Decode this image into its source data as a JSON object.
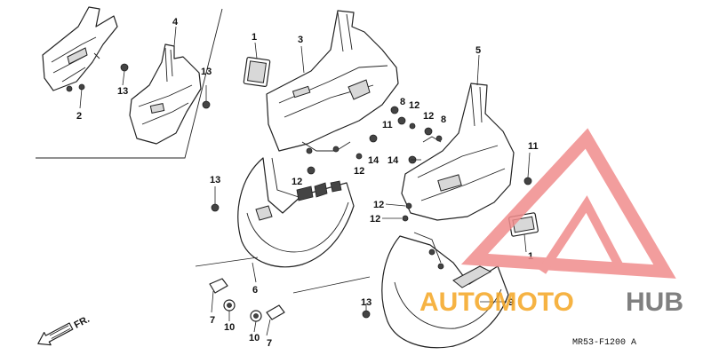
{
  "diagram": {
    "callouts": [
      {
        "id": "c-1-top",
        "text": "1"
      },
      {
        "id": "c-2",
        "text": "2"
      },
      {
        "id": "c-3",
        "text": "3"
      },
      {
        "id": "c-4",
        "text": "4"
      },
      {
        "id": "c-5",
        "text": "5"
      },
      {
        "id": "c-6",
        "text": "6"
      },
      {
        "id": "c-7-a",
        "text": "7"
      },
      {
        "id": "c-7-b",
        "text": "7"
      },
      {
        "id": "c-8-a",
        "text": "8"
      },
      {
        "id": "c-8-b",
        "text": "8"
      },
      {
        "id": "c-9",
        "text": "9"
      },
      {
        "id": "c-10-a",
        "text": "10"
      },
      {
        "id": "c-10-b",
        "text": "10"
      },
      {
        "id": "c-11-a",
        "text": "11"
      },
      {
        "id": "c-11-b",
        "text": "11"
      },
      {
        "id": "c-12-a",
        "text": "12"
      },
      {
        "id": "c-12-b",
        "text": "12"
      },
      {
        "id": "c-12-c",
        "text": "12"
      },
      {
        "id": "c-12-d",
        "text": "12"
      },
      {
        "id": "c-12-e",
        "text": "12"
      },
      {
        "id": "c-12-f",
        "text": "12"
      },
      {
        "id": "c-13-a",
        "text": "13"
      },
      {
        "id": "c-13-b",
        "text": "13"
      },
      {
        "id": "c-13-c",
        "text": "13"
      },
      {
        "id": "c-13-d",
        "text": "13"
      },
      {
        "id": "c-14-a",
        "text": "14"
      },
      {
        "id": "c-14-b",
        "text": "14"
      },
      {
        "id": "c-1-right",
        "text": "1"
      }
    ],
    "front_arrow": "FR.",
    "diagram_code": "MR53-F1200 A"
  },
  "watermark": {
    "brand_orange": "AUTOMOTO",
    "brand_gray": "HUB",
    "colors": {
      "triangle": "#f08c8c",
      "orange": "#f5a623",
      "gray": "#6b6b6b"
    }
  }
}
